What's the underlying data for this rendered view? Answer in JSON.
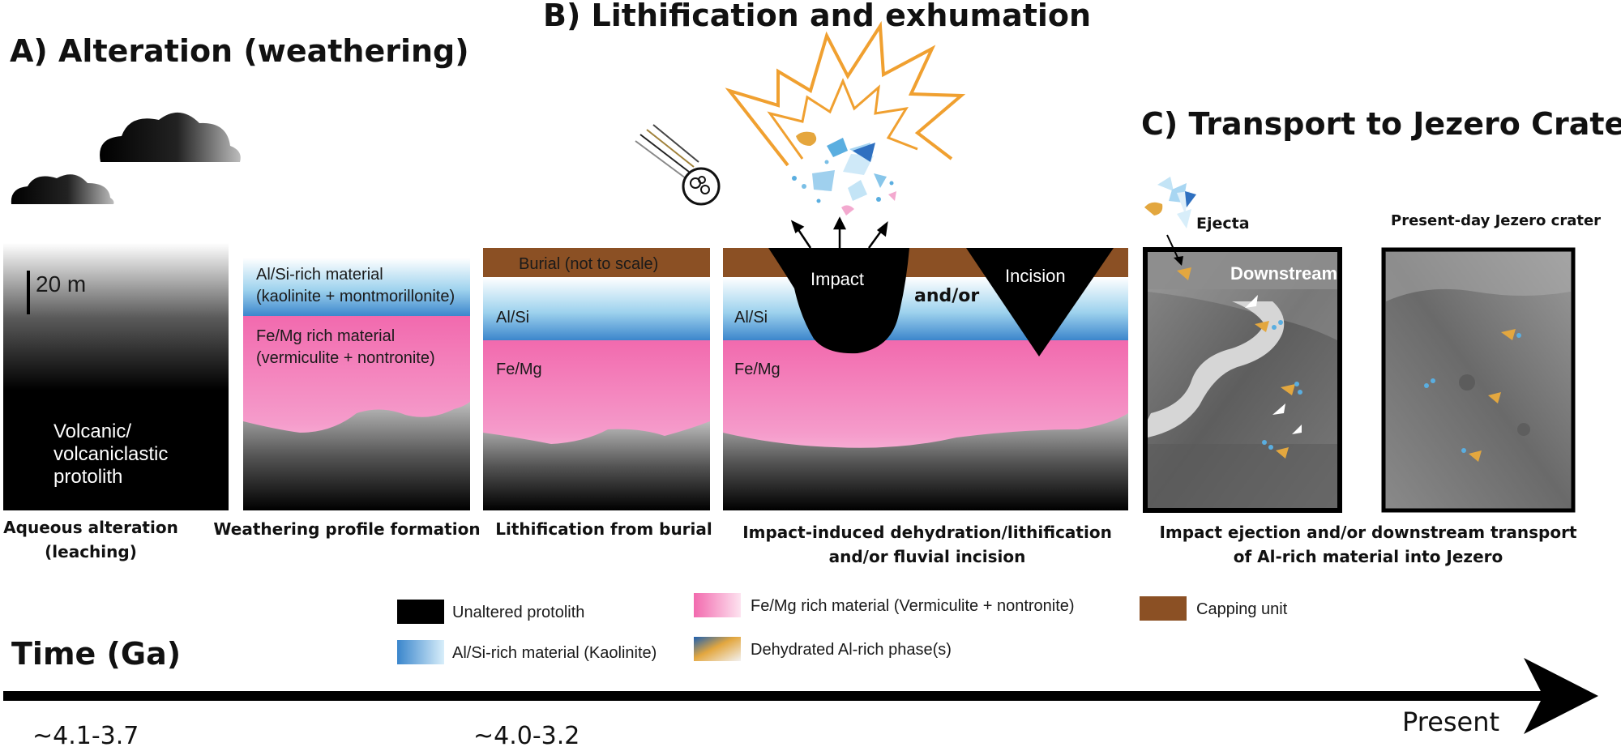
{
  "titles": {
    "a": "A) Alteration (weathering)",
    "b": "B) Lithification and exhumation",
    "c": "C) Transport to Jezero Crater"
  },
  "panel_labels": {
    "scale": "20 m",
    "protolith_1": "Volcanic/",
    "protolith_2": "volcaniclastic",
    "protolith_3": "protolith",
    "alsi_rich_1": "Al/Si-rich material",
    "alsi_rich_2": "(kaolinite + montmorillonite)",
    "femg_rich_1": "Fe/Mg rich material",
    "femg_rich_2": "(vermiculite + nontronite)",
    "burial": "Burial (not to scale)",
    "alsi": "Al/Si",
    "femg": "Fe/Mg",
    "alsi_b": "Al/Si",
    "femg_b": "Fe/Mg",
    "impact": "Impact",
    "andor": "and/or",
    "incision": "Incision",
    "ejecta": "Ejecta",
    "present_day": "Present-day Jezero crater",
    "downstream": "Downstream"
  },
  "captions": {
    "p1_1": "Aqueous alteration",
    "p1_2": "(leaching)",
    "p2": "Weathering profile formation",
    "p3": "Lithification from burial",
    "p4_1": "Impact-induced dehydration/lithification",
    "p4_2": "and/or fluvial incision",
    "p5_1": "Impact ejection and/or downstream transport",
    "p5_2": "of Al-rich material into Jezero"
  },
  "legend": {
    "protolith": "Unaltered protolith",
    "alsi": "Al/Si-rich material (Kaolinite)",
    "femg": "Fe/Mg rich material (Vermiculite + nontronite)",
    "dehydrated": "Dehydrated Al-rich phase(s)",
    "capping": "Capping unit"
  },
  "timeline": {
    "title": "Time (Ga)",
    "t1": "~4.1-3.7",
    "t2": "~4.0-3.2",
    "present": "Present"
  },
  "colors": {
    "protolith": "#000000",
    "alsi_blue": "#3f8fd0",
    "femg_pink": "#f47ab5",
    "capping": "#8b5024",
    "explosion": "#f0a030",
    "rain": "#4a3fa8"
  }
}
